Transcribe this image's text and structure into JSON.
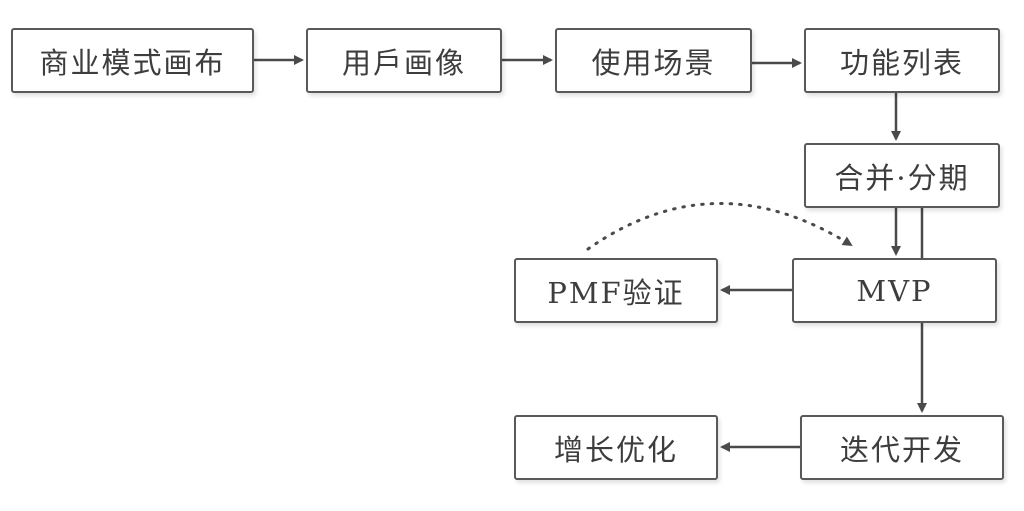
{
  "diagram": {
    "nodes": [
      {
        "id": "business-model-canvas",
        "label": "商业模式画布"
      },
      {
        "id": "user-persona",
        "label": "用戶画像"
      },
      {
        "id": "use-scenarios",
        "label": "使用场景"
      },
      {
        "id": "feature-list",
        "label": "功能列表"
      },
      {
        "id": "merge-phase",
        "label": "合并·分期"
      },
      {
        "id": "mvp",
        "label": "MVP"
      },
      {
        "id": "pmf-validation",
        "label": "PMF验证"
      },
      {
        "id": "iterative-development",
        "label": "迭代开发"
      },
      {
        "id": "growth-optimization",
        "label": "增长优化"
      }
    ],
    "edges": [
      {
        "from": "business-model-canvas",
        "to": "user-persona",
        "style": "solid"
      },
      {
        "from": "user-persona",
        "to": "use-scenarios",
        "style": "solid"
      },
      {
        "from": "use-scenarios",
        "to": "feature-list",
        "style": "solid"
      },
      {
        "from": "feature-list",
        "to": "merge-phase",
        "style": "solid"
      },
      {
        "from": "merge-phase",
        "to": "mvp",
        "style": "solid"
      },
      {
        "from": "mvp",
        "to": "pmf-validation",
        "style": "solid"
      },
      {
        "from": "pmf-validation",
        "to": "mvp",
        "style": "dotted"
      },
      {
        "from": "merge-phase",
        "to": "iterative-development",
        "style": "solid"
      },
      {
        "from": "iterative-development",
        "to": "growth-optimization",
        "style": "solid"
      }
    ],
    "colors": {
      "border": "#595959",
      "arrow": "#4a4a4a",
      "text": "#3d3d3d",
      "background": "#ffffff"
    }
  }
}
